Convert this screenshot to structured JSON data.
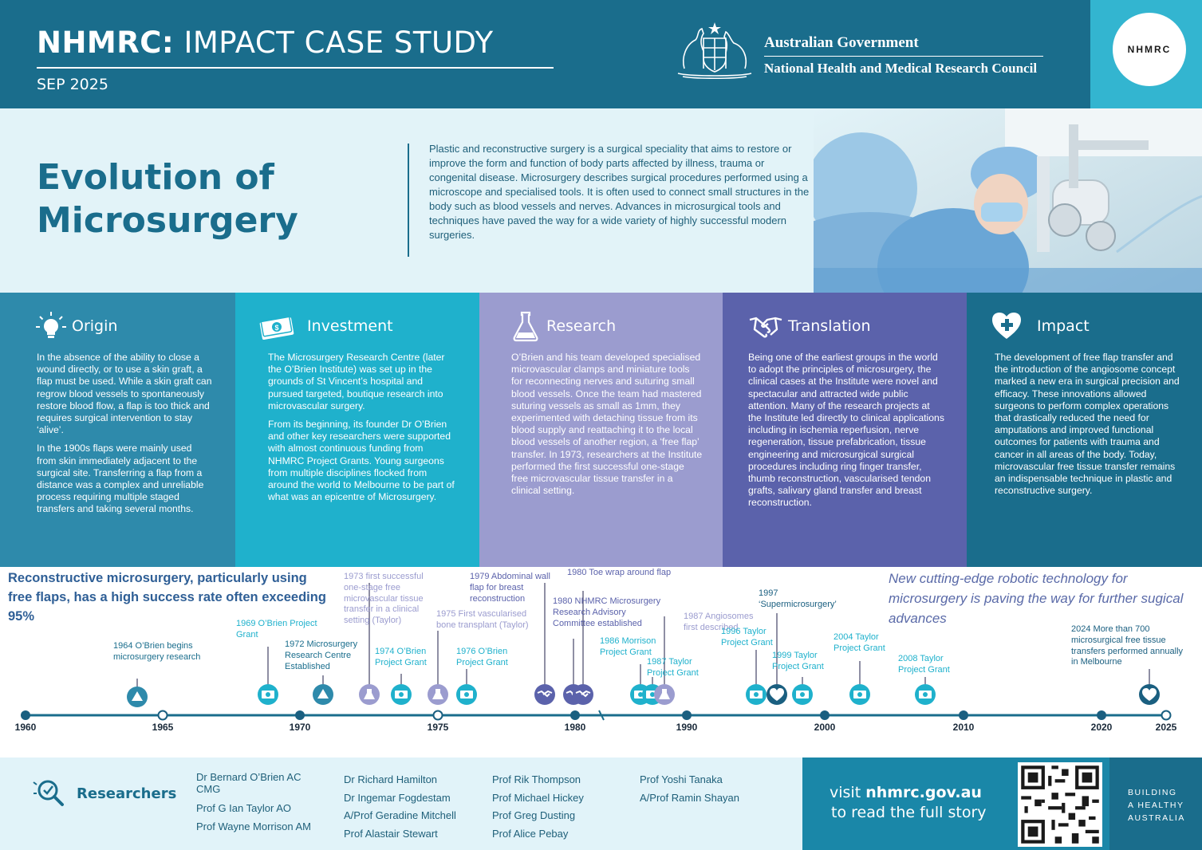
{
  "header": {
    "title_bold": "NHMRC:",
    "title_rest": "IMPACT CASE STUDY",
    "date": "SEP 2025",
    "gov_name": "Australian Government",
    "council": "National Health and Medical Research Council",
    "logo_text": "NHMRC"
  },
  "intro": {
    "title_line1": "Evolution of",
    "title_line2": "Microsurgery",
    "text": "Plastic and reconstructive surgery is a surgical speciality that aims to restore or improve the form and function of body parts affected by illness, trauma or congenital disease. Microsurgery describes surgical procedures performed using a microscope and specialised tools. It is often used to connect small structures in the body such as blood vessels and nerves. Advances in microsurgical tools and techniques have paved the way for a wide variety of highly successful modern surgeries."
  },
  "columns": [
    {
      "title": "Origin",
      "icon": "lightbulb-icon",
      "paragraphs": [
        "In the absence of the ability to close a wound directly, or to use a skin graft, a flap must be used. While a skin graft can regrow blood vessels to spontaneously restore blood flow, a flap is too thick and requires surgical intervention to stay ‘alive’.",
        "In the 1900s flaps were mainly used from skin immediately adjacent to the surgical site. Transferring a flap from a distance was a complex and unreliable process requiring multiple staged transfers and taking several months."
      ]
    },
    {
      "title": "Investment",
      "icon": "money-icon",
      "paragraphs": [
        "The Microsurgery Research Centre (later the O’Brien Institute) was set up in the grounds of St Vincent’s hospital and pursued targeted, boutique research into microvascular surgery.",
        "From its beginning, its founder Dr O’Brien and other key researchers were supported with almost continuous funding from NHMRC Project Grants. Young surgeons from multiple disciplines flocked from around the world to Melbourne to be part of what was an epicentre of Microsurgery."
      ]
    },
    {
      "title": "Research",
      "icon": "flask-icon",
      "paragraphs": [
        "O’Brien and his team developed specialised microvascular clamps and miniature tools for reconnecting nerves and suturing small blood vessels. Once the team had mastered suturing vessels as small as 1mm, they experimented with detaching tissue from its blood supply and reattaching it to the local blood vessels of another region, a ‘free flap’ transfer. In 1973, researchers at the Institute performed the first successful one-stage free microvascular tissue transfer in a clinical setting."
      ]
    },
    {
      "title": "Translation",
      "icon": "handshake-icon",
      "paragraphs": [
        "Being one of the earliest groups in the world to adopt the principles of microsurgery, the clinical cases at the Institute were novel and spectacular and attracted wide public attention. Many of the research projects at the Institute led directly to clinical applications including in ischemia reperfusion, nerve regeneration, tissue prefabrication, tissue engineering and microsurgical surgical procedures including ring finger transfer, thumb reconstruction, vascularised tendon grafts, salivary gland transfer and breast reconstruction."
      ]
    },
    {
      "title": "Impact",
      "icon": "heart-plus-icon",
      "paragraphs": [
        "The development of free flap transfer and the introduction of the angiosome concept marked a new era in surgical precision and efficacy. These innovations allowed surgeons to perform complex operations that drastically reduced the need for amputations and improved functional outcomes for patients with trauma and cancer in all areas of the body. Today, microvascular free tissue transfer remains an indispensable technique in plastic and reconstructive surgery."
      ]
    }
  ],
  "timeline": {
    "stat": "Reconstructive microsurgery, particularly using free flaps, has a high success rate often exceeding 95%",
    "future": "New cutting-edge robotic technology for microsurgery is paving the way for further sugical advances",
    "years": [
      "1960",
      "1965",
      "1970",
      "1975",
      "1980",
      "1990",
      "2000",
      "2010",
      "2020",
      "2025"
    ],
    "events": [
      "1964 O’Brien begins microsurgery research",
      "1969 O’Brien Project Grant",
      "1972 Microsurgery Research Centre Established",
      "1973 first successful one-stage free microvascular tissue transfer in a clinical setting (Taylor)",
      "1974 O’Brien Project Grant",
      "1975 First vascularised bone transplant (Taylor)",
      "1976 O’Brien Project Grant",
      "1979 Abdominal wall flap for breast reconstruction",
      "1980 Toe wrap around flap",
      "1980 NHMRC Microsurgery Research Advisory Committee established",
      "1986 Morrison Project Grant",
      "1987 Taylor Project Grant",
      "1987 Angiosomes first described",
      "1996 Taylor Project Grant",
      "1997 ‘Supermicrosurgery’",
      "1999 Taylor Project Grant",
      "2004 Taylor Project Grant",
      "2008 Taylor Project Grant",
      "2024 More than 700 microsurgical free tissue transfers performed annually in Melbourne"
    ]
  },
  "footer": {
    "researchers_title": "Researchers",
    "col1": [
      "Dr Bernard O’Brien AC",
      "CMG",
      "Prof G Ian Taylor AO",
      "Prof Wayne Morrison AM"
    ],
    "col2": [
      "Dr Richard Hamilton",
      "Dr Ingemar Fogdestam",
      "A/Prof Geradine Mitchell",
      "Prof Alastair Stewart"
    ],
    "col3": [
      "Prof Rik Thompson",
      "Prof Michael Hickey",
      "Prof Greg Dusting",
      "Prof Alice Pebay"
    ],
    "col4": [
      "Prof Yoshi Tanaka",
      "A/Prof Ramin Shayan"
    ],
    "visit_prefix": "visit",
    "visit_url": "nhmrc.gov.au",
    "visit_suffix": "to read the full story",
    "tagline": [
      "BUILDING",
      "A HEALTHY",
      "AUSTRALIA"
    ]
  },
  "colors": {
    "header": "#1a6d8c",
    "origin": "#2e8aab",
    "investment": "#1fb1cc",
    "research": "#9b9ccf",
    "translation": "#5b62ab",
    "impact": "#1a6d8c"
  }
}
